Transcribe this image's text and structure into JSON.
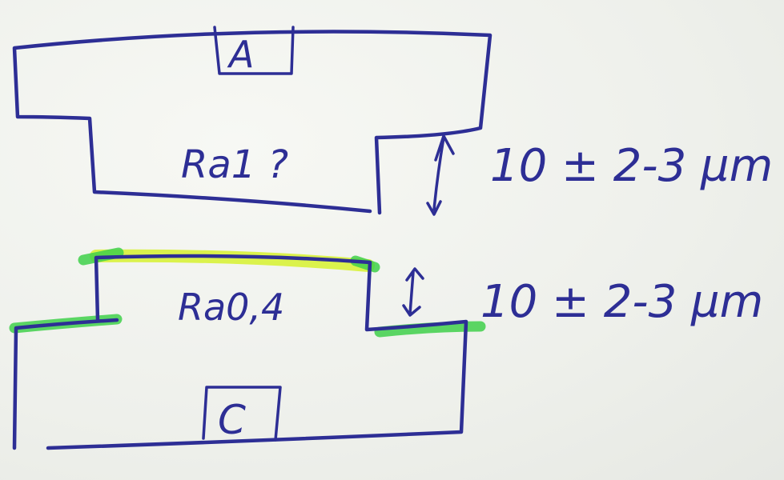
{
  "labels": {
    "part_top": "A",
    "part_bottom": "C",
    "roughness_top": "Ra1 ?",
    "roughness_bottom": "Ra0,4",
    "gap_top": "10 ± 2-3 µm",
    "gap_bottom": "10 ± 2-3 µm"
  },
  "colors": {
    "ink": "#2d2e95",
    "highlight_green": "#3fd04a",
    "highlight_yellow": "#d8f23a",
    "paper": "#f1f2ee"
  }
}
